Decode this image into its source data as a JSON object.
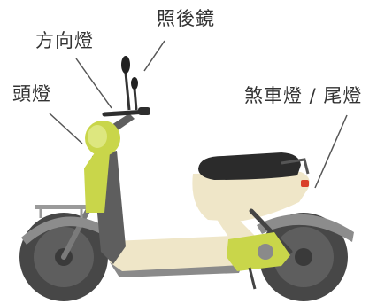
{
  "labels": {
    "mirror": "照後鏡",
    "turn_signal": "方向燈",
    "headlight": "頭燈",
    "brake_tail_light": "煞車燈 / 尾燈"
  },
  "colors": {
    "body": "#efe6c8",
    "accent": "#c9d64a",
    "accent_light": "#dde77f",
    "tire": "#474747",
    "rim": "#5e5e5e",
    "seat": "#2b2b2b",
    "tail_light": "#d9402b",
    "leader_line": "#555555"
  }
}
